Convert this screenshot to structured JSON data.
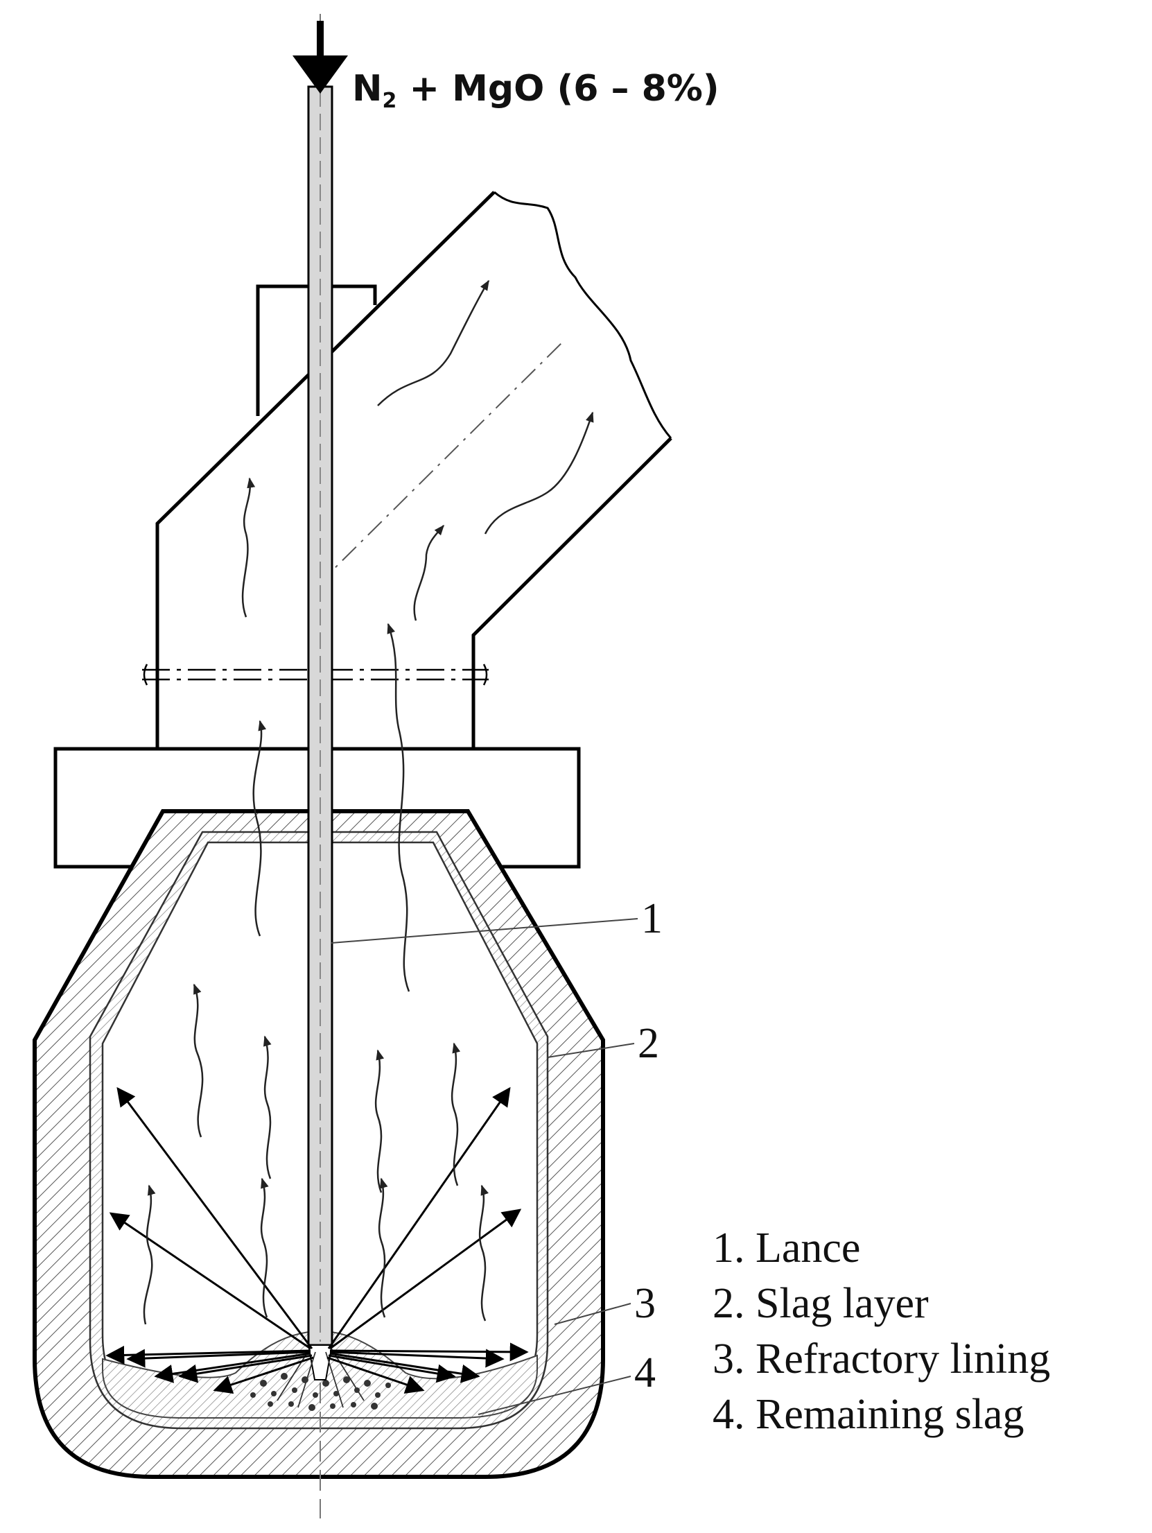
{
  "gas_label": {
    "prefix": "N",
    "subscript": "2",
    "rest": " + MgO (6 – 8%)"
  },
  "callouts": [
    "1",
    "2",
    "3",
    "4"
  ],
  "legend": [
    "1. Lance",
    "2. Slag layer",
    "3. Refractory lining",
    "4. Remaining slag"
  ]
}
